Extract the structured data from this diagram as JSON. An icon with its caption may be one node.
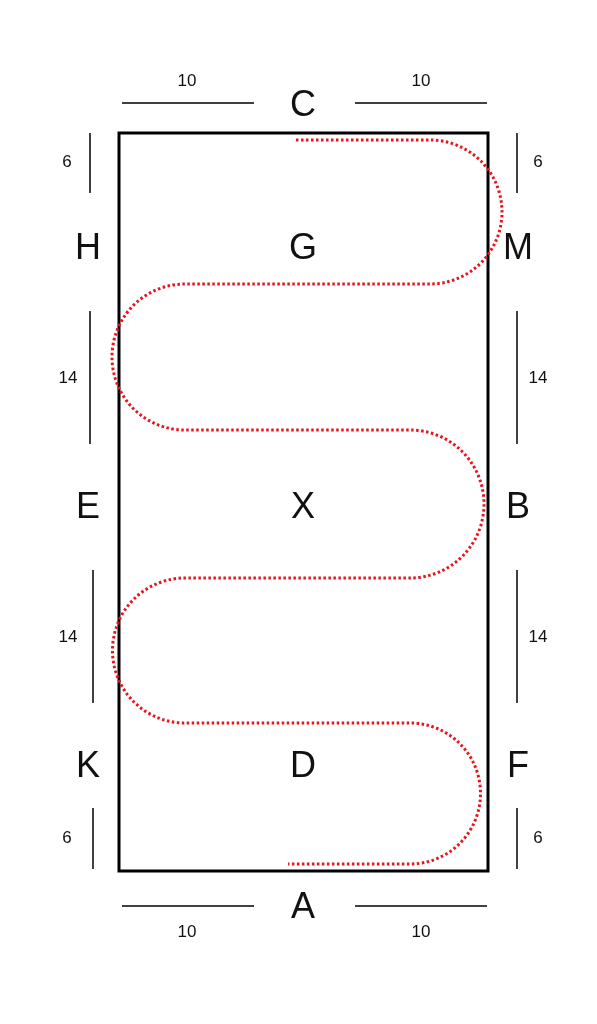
{
  "diagram": {
    "labels": [
      "10",
      "C",
      "10",
      "6",
      "6",
      "H",
      "G",
      "M",
      "14",
      "14",
      "E",
      "X",
      "B",
      "14",
      "14",
      "K",
      "D",
      "F",
      "6",
      "6",
      "A",
      "10",
      "10"
    ]
  }
}
